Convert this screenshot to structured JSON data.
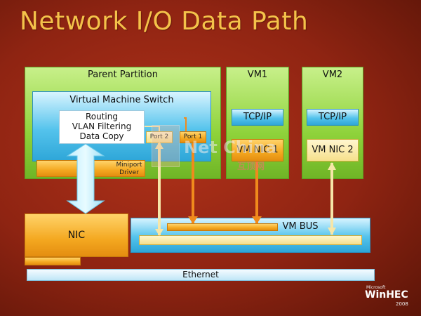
{
  "title": "Network I/O Data Path",
  "parent_partition": {
    "label": "Parent Partition",
    "vm_switch": {
      "label": "Virtual Machine Switch",
      "routing": [
        "Routing",
        "VLAN Filtering",
        "Data Copy"
      ],
      "port2": "Port 2",
      "port1": "Port 1"
    },
    "miniport": [
      "Miniport",
      "Driver"
    ],
    "nic": "NIC"
  },
  "vm1": {
    "label": "VM1",
    "tcpip": "TCP/IP",
    "vmnic": "VM NIC 1"
  },
  "vm2": {
    "label": "VM2",
    "tcpip": "TCP/IP",
    "vmnic": "VM NIC 2"
  },
  "vmbus": "VM BUS",
  "ethernet": "Ethernet",
  "watermark": {
    "text": "Net China",
    "cn": "互顶网"
  },
  "branding": {
    "company": "Microsoft",
    "name": "WinHEC",
    "year": "2008"
  },
  "colors": {
    "background": "#9a2914",
    "title": "#f4c24a",
    "partition_green": "#8ed23a",
    "switch_blue": "#54c3ec",
    "nic_orange": "#f4a820",
    "arrow_orange": "#f08a1c",
    "arrow_cream": "#f6e6a8"
  }
}
